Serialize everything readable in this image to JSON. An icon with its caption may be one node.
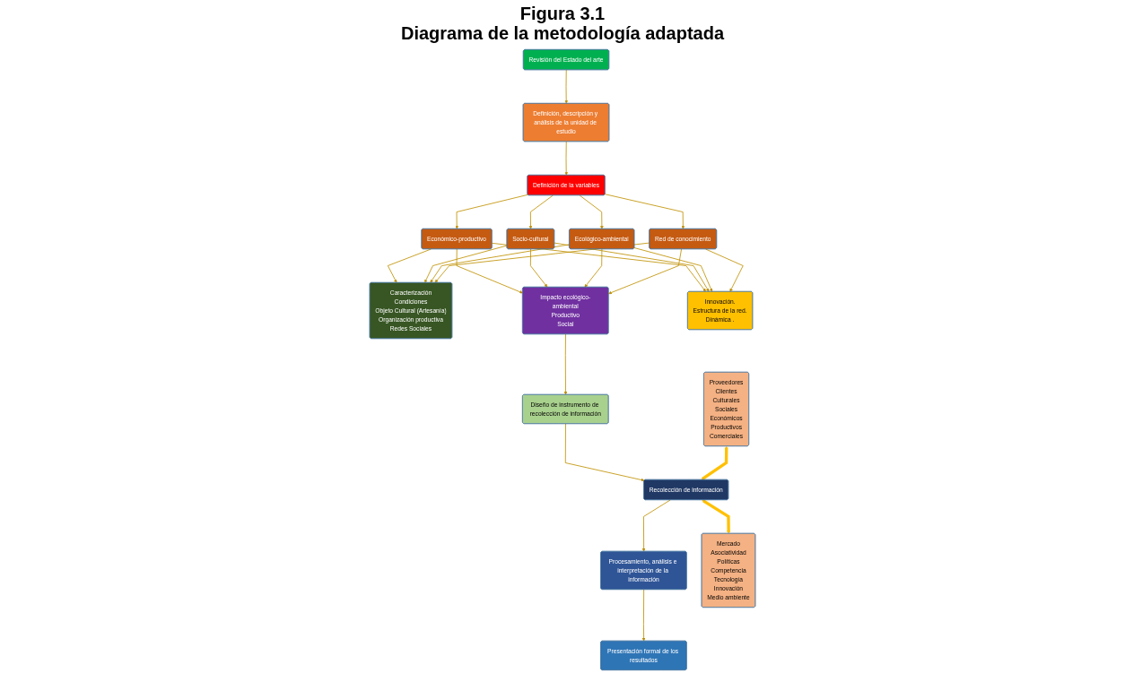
{
  "diagram": {
    "title": "Figura 3.1",
    "caption": "Diagrama de la metodología adaptada",
    "nodes": [
      {
        "text": [
          "Revisión del Estado del arte"
        ]
      },
      {
        "text": [
          "Definición, descripción y análisis de la unidad de estudio"
        ]
      },
      {
        "text": [
          "Definición de la variables"
        ]
      },
      {
        "text": [
          "Económico-productivo"
        ]
      },
      {
        "text": [
          "Socio-cultural"
        ]
      },
      {
        "text": [
          "Ecológico-ambiental"
        ]
      },
      {
        "text": [
          "Red de conocimiento"
        ]
      },
      {
        "text": [
          "Caracterización",
          "Condiciones",
          "Objeto Cultural (Artesanía)",
          "Organización productiva",
          "Redes Sociales"
        ]
      },
      {
        "text": [
          "Impacto ecológico-ambiental",
          "Productivo",
          "Social"
        ]
      },
      {
        "text": [
          "Innovación.",
          "Estructura de la red.",
          "Dinámica ."
        ]
      },
      {
        "text": [
          "Diseño de instrumento de recolección de información"
        ]
      },
      {
        "text": [
          "Recolección de información"
        ]
      },
      {
        "text": [
          "Procesamiento, análisis e interpretación de la información"
        ]
      },
      {
        "text": [
          "Presentación formal de los resultados"
        ]
      },
      {
        "text": [
          "Proveedores",
          "Clientes",
          "Culturales",
          "Sociales",
          "Económicos",
          "Productivos",
          "Comerciales"
        ]
      },
      {
        "text": [
          "Mercado",
          "Asociatividad",
          "Políticas",
          "Competencia",
          "Tecnología",
          "Innovación",
          "Medio ambiente"
        ]
      }
    ],
    "edges": [
      {
        "from": 0,
        "to": 1,
        "arrow": "to"
      },
      {
        "from": 1,
        "to": 2,
        "arrow": "to"
      },
      {
        "from": 2,
        "to": 3,
        "arrow": "to"
      },
      {
        "from": 2,
        "to": 4,
        "arrow": "to"
      },
      {
        "from": 2,
        "to": 5,
        "arrow": "to"
      },
      {
        "from": 2,
        "to": 6,
        "arrow": "to"
      },
      {
        "from": 3,
        "to": 7,
        "arrow": "to"
      },
      {
        "from": 3,
        "to": 8,
        "arrow": "to"
      },
      {
        "from": 3,
        "to": 9,
        "arrow": "to"
      },
      {
        "from": 4,
        "to": 7,
        "arrow": "to"
      },
      {
        "from": 4,
        "to": 8,
        "arrow": "to"
      },
      {
        "from": 4,
        "to": 9,
        "arrow": "to"
      },
      {
        "from": 5,
        "to": 7,
        "arrow": "to"
      },
      {
        "from": 5,
        "to": 8,
        "arrow": "to"
      },
      {
        "from": 5,
        "to": 9,
        "arrow": "to"
      },
      {
        "from": 6,
        "to": 7,
        "arrow": "to"
      },
      {
        "from": 6,
        "to": 8,
        "arrow": "to"
      },
      {
        "from": 6,
        "to": 9,
        "arrow": "to"
      },
      {
        "from": 8,
        "to": 10,
        "arrow": "to"
      },
      {
        "from": 10,
        "to": 11,
        "arrow": "to"
      },
      {
        "from": 11,
        "to": 12,
        "arrow": "to"
      },
      {
        "from": 12,
        "to": 13,
        "arrow": "to"
      },
      {
        "from": 14,
        "to": 11,
        "arrow": "both",
        "style": "thick",
        "color": "#ffc000"
      },
      {
        "from": 11,
        "to": 15,
        "arrow": "both",
        "style": "thick",
        "color": "#ffc000"
      }
    ]
  }
}
